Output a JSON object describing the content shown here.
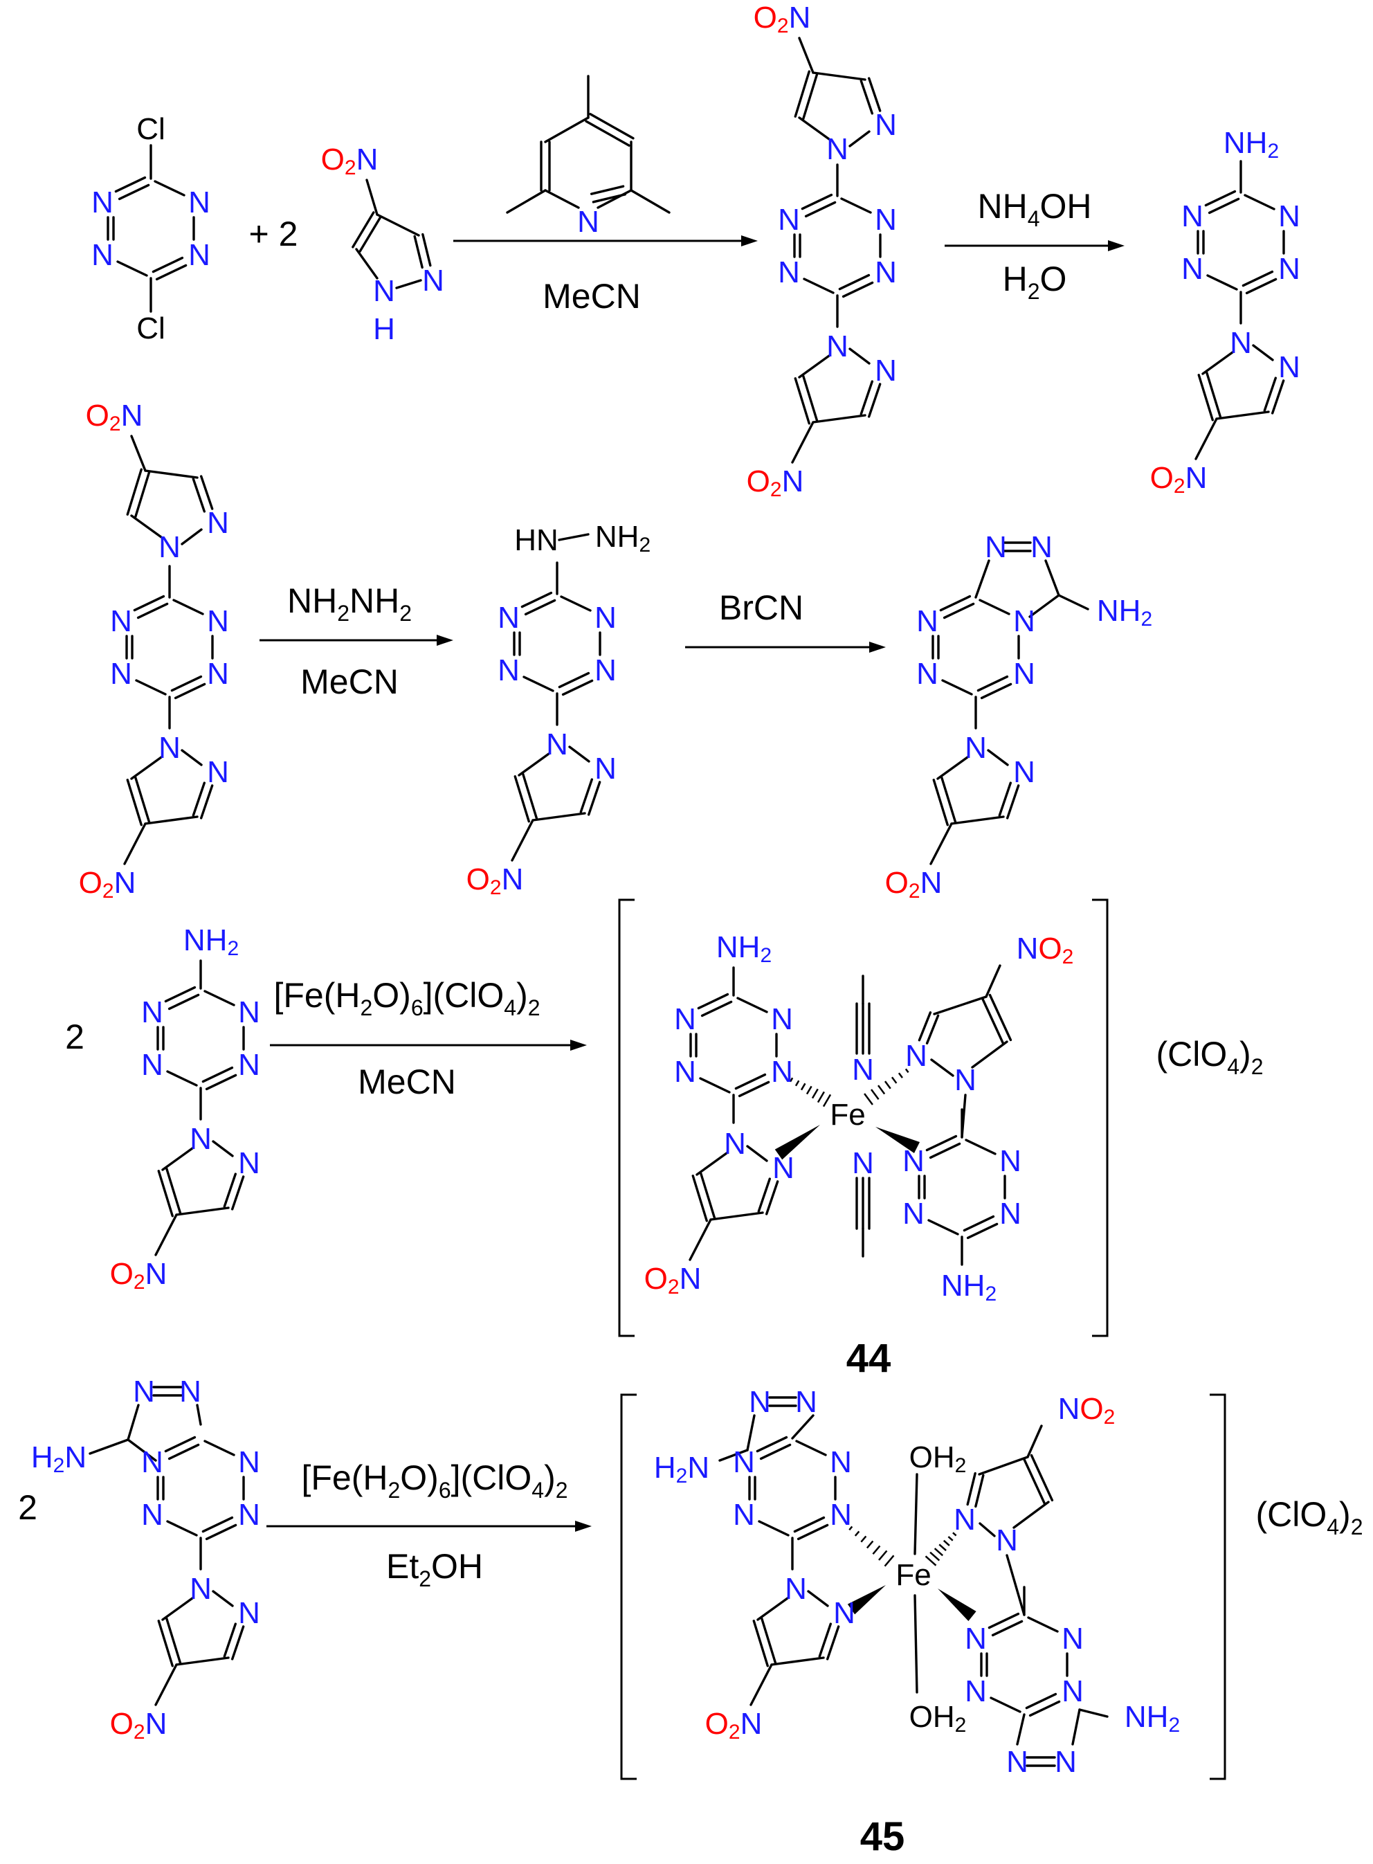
{
  "colors": {
    "nitrogen": "#1a1aff",
    "oxygen": "#ff0000",
    "carbon_bond": "#000000",
    "background": "#ffffff"
  },
  "labels": {
    "Cl": "Cl",
    "N": "N",
    "H": "H",
    "O": "O",
    "NO2": "NO",
    "O2": "O",
    "sub2": "2",
    "sub4": "4",
    "sub6": "6",
    "NH2": "NH",
    "H2N": "H",
    "HN": "HN",
    "OH2": "OH",
    "Fe": "Fe",
    "plus_two": "+ 2",
    "two": "2",
    "perchlorate": "(ClO",
    "perchlorate_close": ")"
  },
  "reactions": {
    "r1": {
      "reagent": "MeCN"
    },
    "r2": {
      "reagent_top": "NH",
      "reagent_top2": "OH",
      "reagent_bottom": "H",
      "reagent_bottom2": "O"
    },
    "r3": {
      "reagent_top": "NH",
      "reagent_top2": "NH",
      "reagent_bottom": "MeCN"
    },
    "r4": {
      "reagent_top": "BrCN"
    },
    "r5": {
      "reagent_top": "[Fe(H",
      "reagent_top2": "O)",
      "reagent_top3": "](ClO",
      "reagent_top4": ")",
      "reagent_bottom": "MeCN"
    },
    "r6": {
      "reagent_top": "[Fe(H",
      "reagent_top2": "O)",
      "reagent_top3": "](ClO",
      "reagent_top4": ")",
      "reagent_bottom": "Et",
      "reagent_bottom2": "OH"
    }
  },
  "compounds": {
    "c44": "44",
    "c45": "45"
  }
}
